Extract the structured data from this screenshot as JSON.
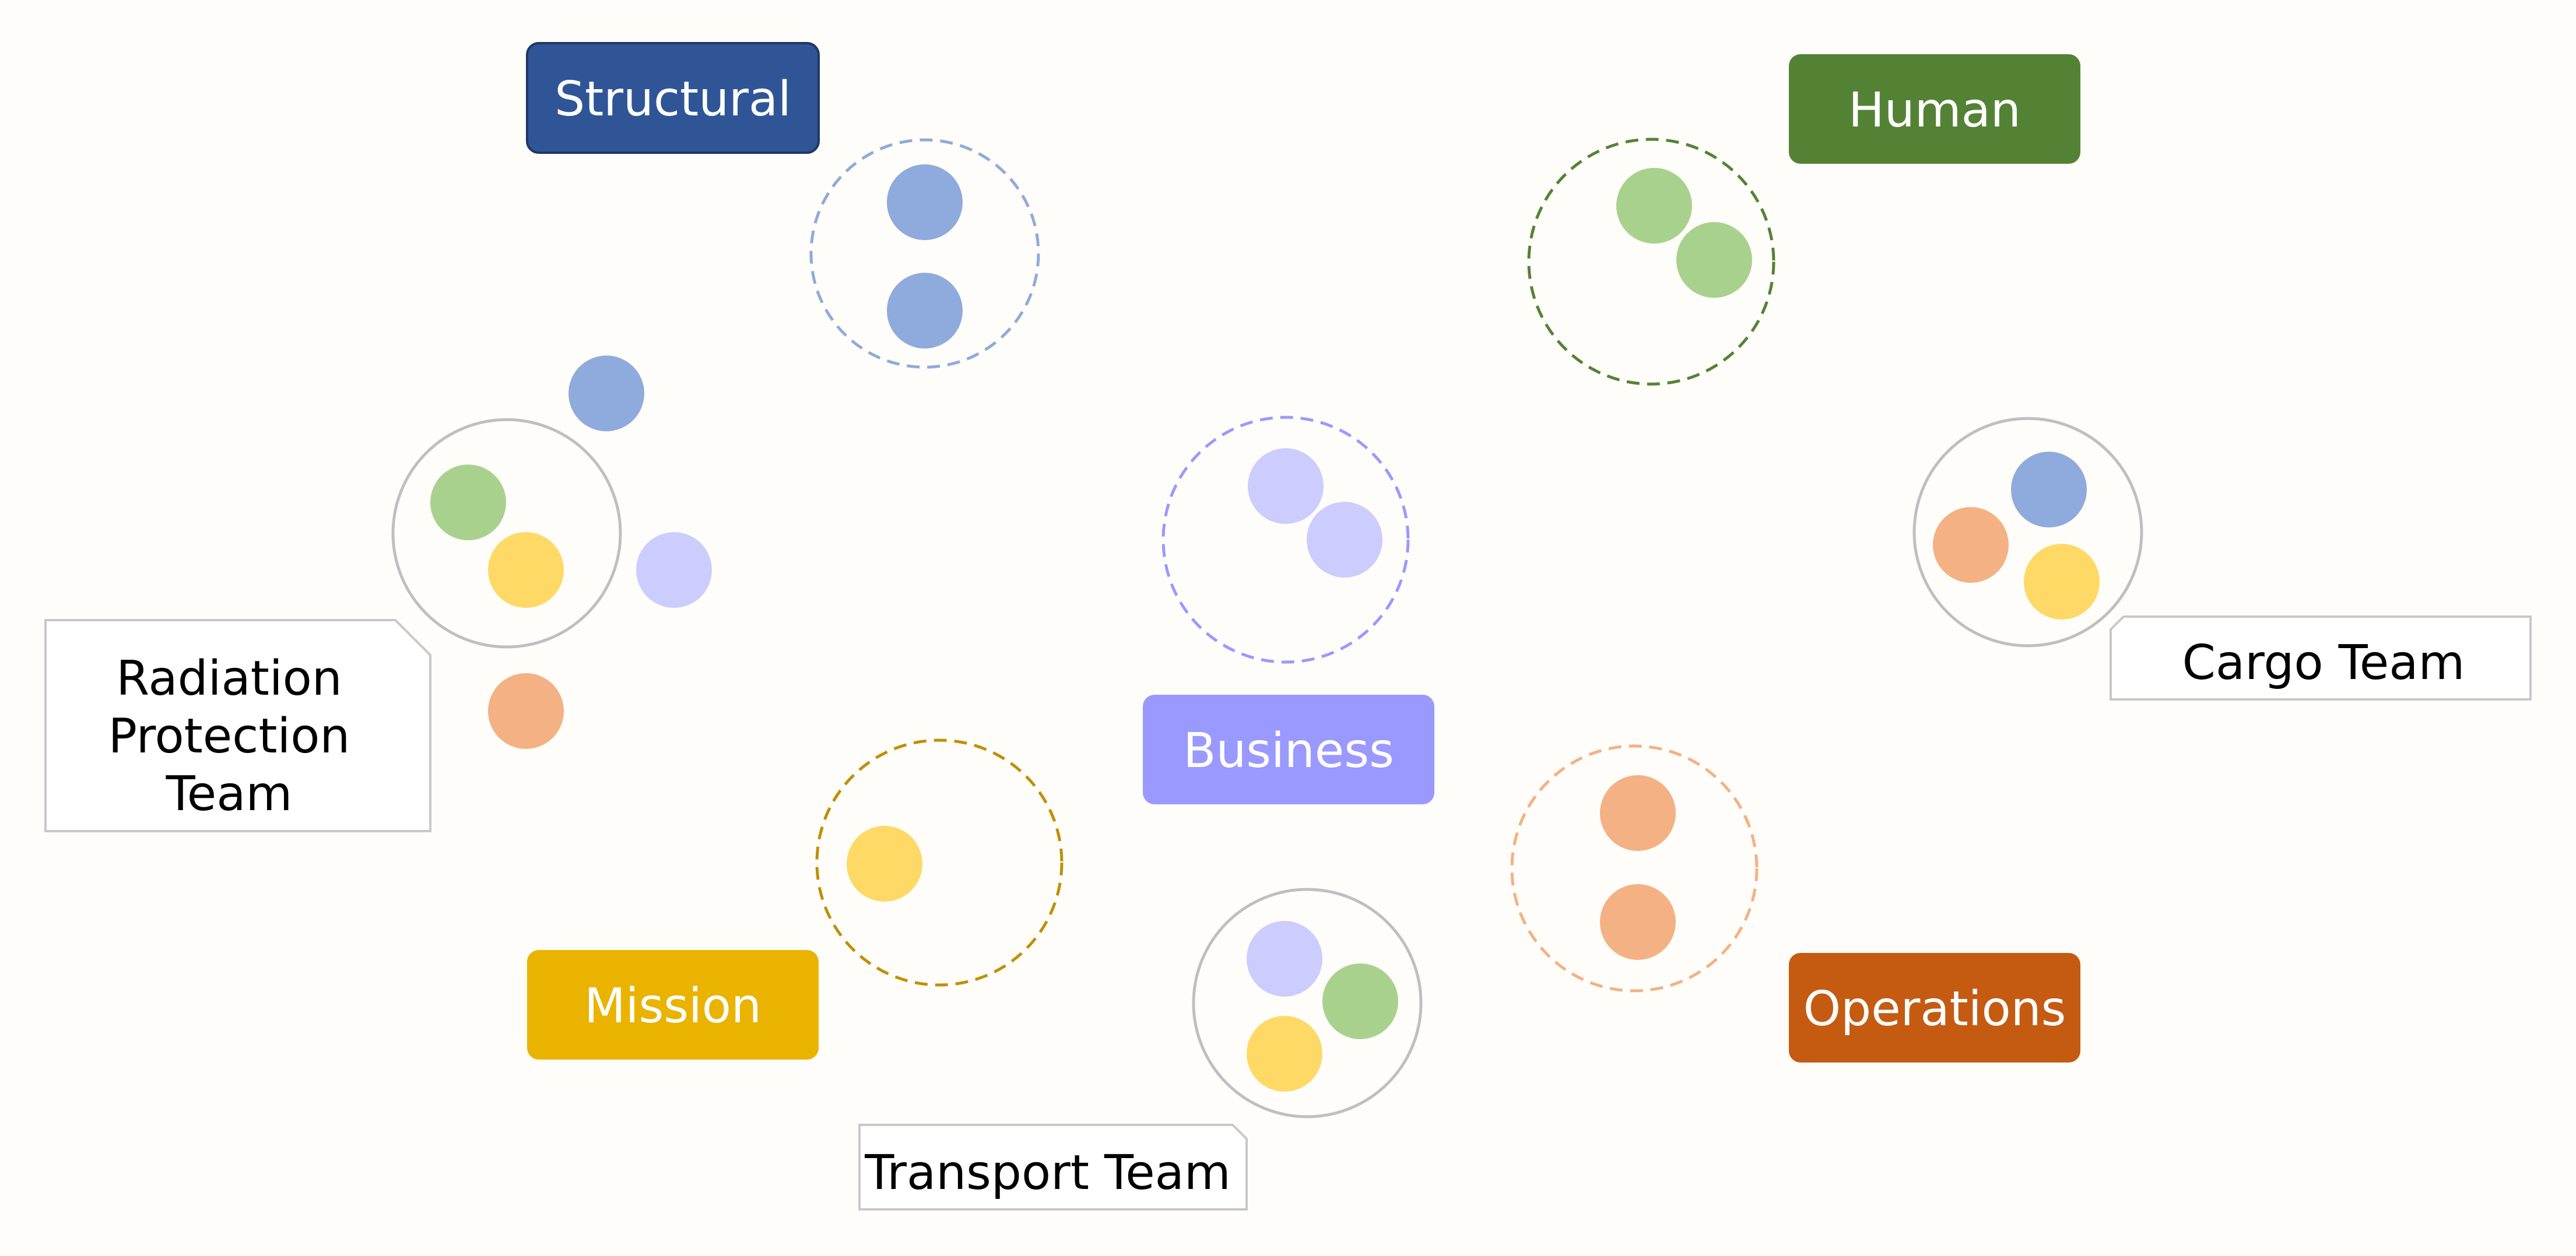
{
  "colors": {
    "background": "#fffdf9",
    "structural": "#2f5597",
    "human": "#548235",
    "business": "#9999ff",
    "mission": "#e9b300",
    "operations": "#c55a11",
    "dot_blue": "#8faadc",
    "dot_green": "#a9d18e",
    "dot_lavender": "#ccccff",
    "dot_yellow": "#ffd966",
    "dot_orange": "#f4b183",
    "team_ring": "#bfbfbf",
    "note_border": "#c8c8c8",
    "label_text": "#ffffff",
    "note_text": "#000000"
  },
  "categories": {
    "structural": "Structural",
    "human": "Human",
    "business": "Business",
    "mission": "Mission",
    "operations": "Operations"
  },
  "teams": {
    "radiation_line1": "Radiation",
    "radiation_line2": "Protection",
    "radiation_line3": "Team",
    "cargo": "Cargo Team",
    "transport": "Transport Team"
  }
}
